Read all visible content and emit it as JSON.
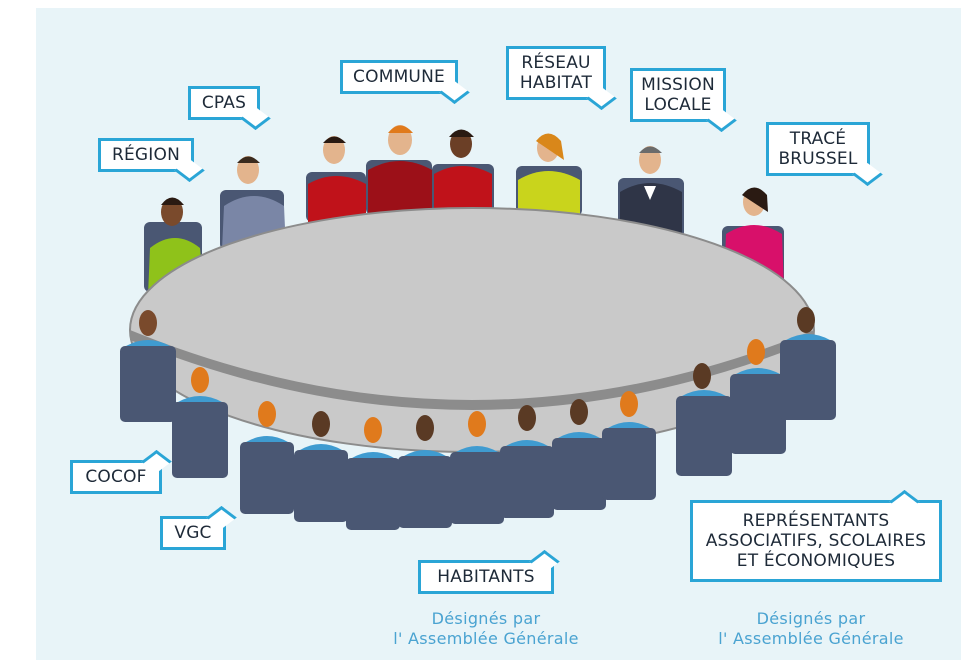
{
  "labels": {
    "region": "RÉGION",
    "cpas": "CPAS",
    "commune": "COMMUNE",
    "reseau_habitat": "RÉSEAU\nHABITAT",
    "mission_locale": "MISSION\nLOCALE",
    "trace_brussel": "TRACÉ\nBRUSSEL",
    "cocof": "COCOF",
    "vgc": "VGC",
    "habitants": "HABITANTS",
    "representants": "REPRÉSENTANTS\nASSOCIATIFS, SCOLAIRES\nET ÉCONOMIQUES"
  },
  "notes": {
    "habitants": "Désignés par\nl' Assemblée Générale",
    "representants": "Désignés par\nl' Assemblée Générale"
  },
  "colors": {
    "background": "#e8f4f8",
    "callout_border": "#2aa5d6",
    "note_text": "#4aa3d1",
    "table": "#c9c9c9",
    "table_edge": "#8c8c8c",
    "chair": "#4a5773",
    "shirt_blue": "#3f9bd0",
    "region_shirt": "#8fc21a",
    "cpas_shirt": "#7a86a6",
    "commune_shirt": "#c0121a",
    "reseau_shirt": "#c9d41c",
    "mission_suit": "#2f3547",
    "trace_shirt": "#d8106a"
  }
}
